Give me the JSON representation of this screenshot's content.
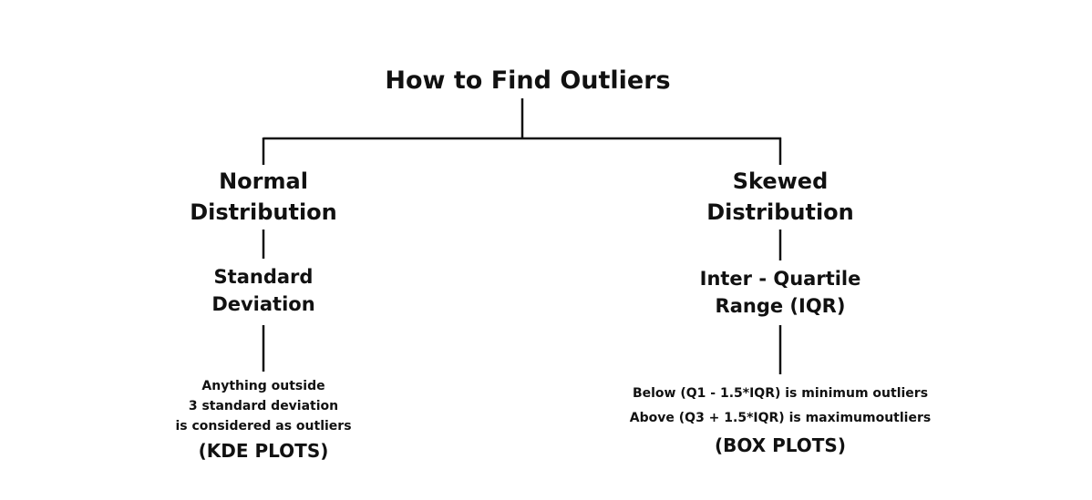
{
  "title": "How to Find Outliers",
  "branches": {
    "normal": {
      "name_line1": "Normal",
      "name_line2": "Distribution",
      "method_line1": "Standard",
      "method_line2": "Deviation",
      "description": [
        "Anything outside",
        "3 standard deviation",
        "is considered as outliers"
      ],
      "plot": "(KDE PLOTS)"
    },
    "skewed": {
      "name_line1": "Skewed",
      "name_line2": "Distribution",
      "method_line1": "Inter - Quartile",
      "method_line2": "Range (IQR)",
      "description": [
        "Below (Q1 - 1.5*IQR) is minimum outliers",
        "Above (Q3 + 1.5*IQR) is maximumoutliers"
      ],
      "plot": "(BOX PLOTS)"
    }
  },
  "colors": {
    "line": "#111111",
    "text": "#111111",
    "background": "#ffffff"
  }
}
